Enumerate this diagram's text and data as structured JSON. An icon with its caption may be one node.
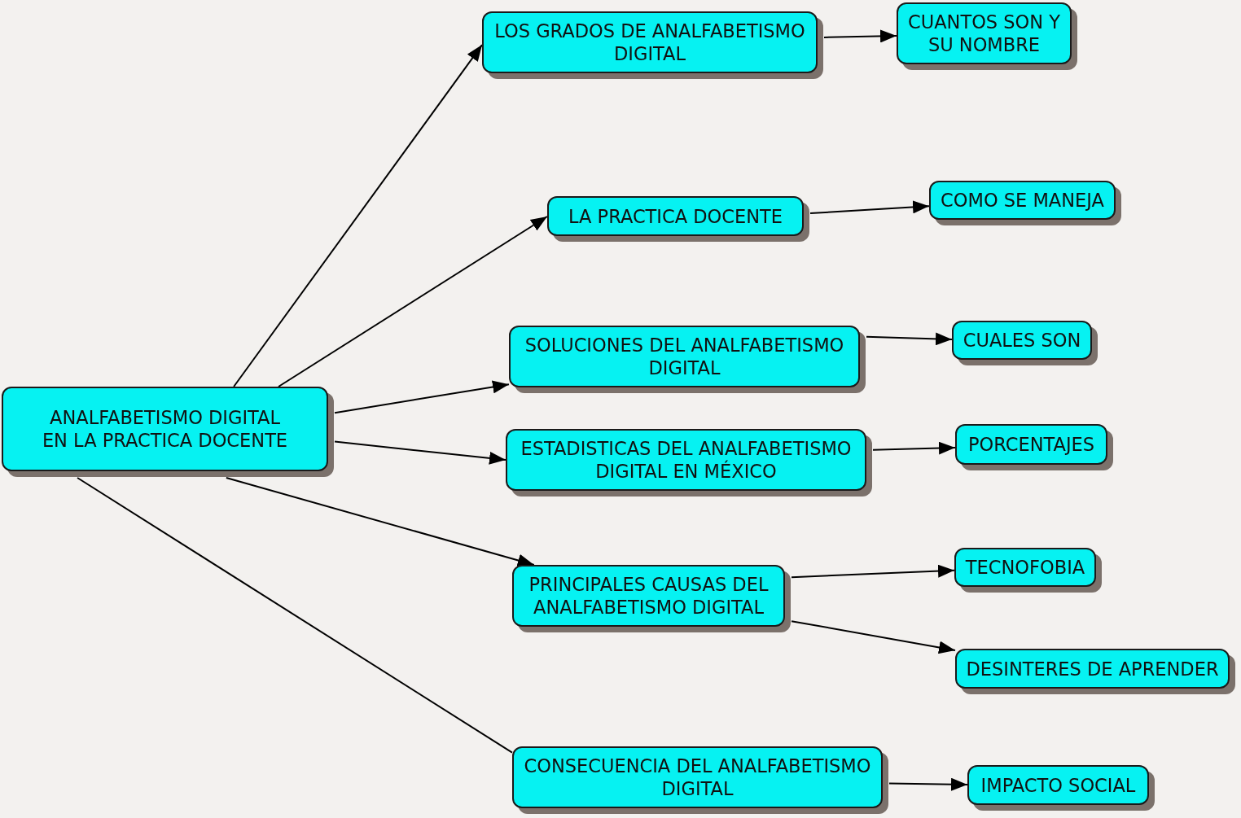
{
  "diagram": {
    "nodes": [
      {
        "text": [
          "ANALFABETISMO DIGITAL EN LA PRACTICA DOCENTE"
        ]
      },
      {
        "text": [
          "LOS GRADOS DE ANALFABETISMO DIGITAL"
        ]
      },
      {
        "text": [
          "CUANTOS SON Y SU NOMBRE"
        ]
      },
      {
        "text": [
          "LA PRACTICA DOCENTE"
        ]
      },
      {
        "text": [
          "COMO SE MANEJA"
        ]
      },
      {
        "text": [
          "SOLUCIONES DEL ANALFABETISMO DIGITAL"
        ]
      },
      {
        "text": [
          "CUALES SON"
        ]
      },
      {
        "text": [
          "ESTADISTICAS DEL ANALFABETISMO DIGITAL EN MÉXICO"
        ]
      },
      {
        "text": [
          "PORCENTAJES"
        ]
      },
      {
        "text": [
          "PRINCIPALES CAUSAS DEL ANALFABETISMO DIGITAL"
        ]
      },
      {
        "text": [
          "TECNOFOBIA"
        ]
      },
      {
        "text": [
          "DESINTERES DE APRENDER"
        ]
      },
      {
        "text": [
          "CONSECUENCIA DEL ANALFABETISMO DIGITAL"
        ]
      },
      {
        "text": [
          "IMPACTO SOCIAL"
        ]
      }
    ],
    "edges": [
      {
        "from": 0,
        "to": 1,
        "arrow": "to"
      },
      {
        "from": 0,
        "to": 3,
        "arrow": "to"
      },
      {
        "from": 0,
        "to": 5,
        "arrow": "to"
      },
      {
        "from": 0,
        "to": 7,
        "arrow": "to"
      },
      {
        "from": 0,
        "to": 9,
        "arrow": "to"
      },
      {
        "from": 0,
        "to": 12,
        "arrow": "none"
      },
      {
        "from": 1,
        "to": 2,
        "arrow": "to"
      },
      {
        "from": 3,
        "to": 4,
        "arrow": "to"
      },
      {
        "from": 5,
        "to": 6,
        "arrow": "to"
      },
      {
        "from": 7,
        "to": 8,
        "arrow": "to"
      },
      {
        "from": 9,
        "to": 10,
        "arrow": "to"
      },
      {
        "from": 9,
        "to": 11,
        "arrow": "to"
      },
      {
        "from": 12,
        "to": 13,
        "arrow": "to"
      }
    ]
  }
}
